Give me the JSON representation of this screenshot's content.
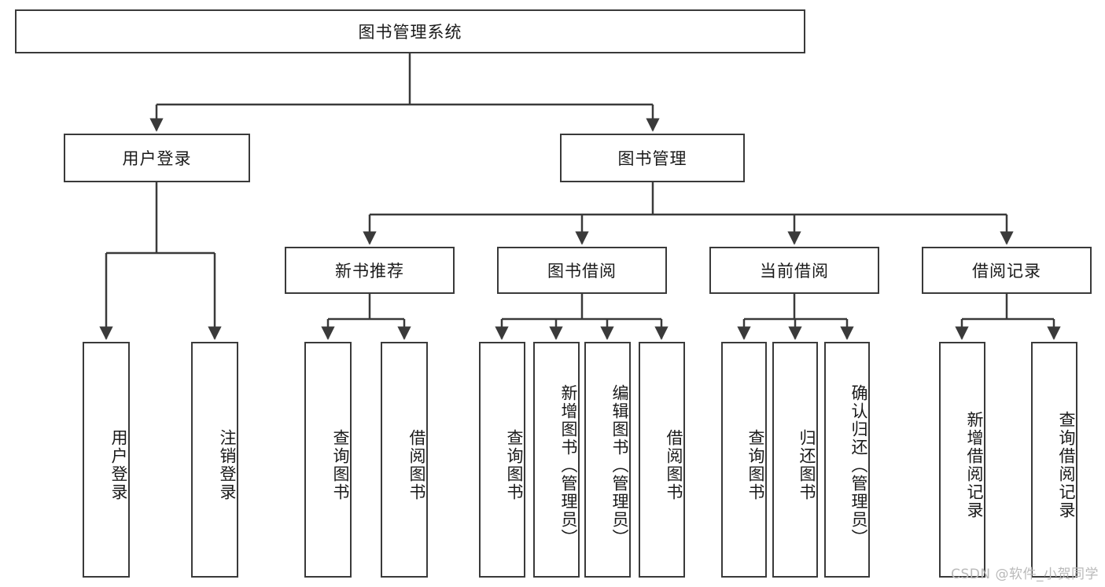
{
  "diagram": {
    "type": "tree-hierarchy",
    "title": "图书管理系统",
    "root": {
      "label": "图书管理系统"
    },
    "level2": [
      {
        "id": "user-login",
        "label": "用户登录"
      },
      {
        "id": "book-manage",
        "label": "图书管理"
      }
    ],
    "level3": [
      {
        "id": "new-book-recommend",
        "label": "新书推荐",
        "parent": "book-manage"
      },
      {
        "id": "book-borrow",
        "label": "图书借阅",
        "parent": "book-manage"
      },
      {
        "id": "current-borrow",
        "label": "当前借阅",
        "parent": "book-manage"
      },
      {
        "id": "borrow-record",
        "label": "借阅记录",
        "parent": "book-manage"
      }
    ],
    "leaves": {
      "user_login": [
        {
          "id": "leaf-user-login",
          "label": "用户登录"
        },
        {
          "id": "leaf-logout-login",
          "label": "注销登录"
        }
      ],
      "new_book_recommend": [
        {
          "id": "leaf-query-book-1",
          "label": "查询图书"
        },
        {
          "id": "leaf-borrow-book-1",
          "label": "借阅图书"
        }
      ],
      "book_borrow": [
        {
          "id": "leaf-query-book-2",
          "label": "查询图书"
        },
        {
          "id": "leaf-add-book",
          "label": "新增图书（管理员）"
        },
        {
          "id": "leaf-edit-book",
          "label": "编辑图书（管理员）"
        },
        {
          "id": "leaf-borrow-book-2",
          "label": "借阅图书"
        }
      ],
      "current_borrow": [
        {
          "id": "leaf-query-book-3",
          "label": "查询图书"
        },
        {
          "id": "leaf-return-book",
          "label": "归还图书"
        },
        {
          "id": "leaf-confirm-return",
          "label": "确认归还（管理员）"
        }
      ],
      "borrow_record": [
        {
          "id": "leaf-add-record",
          "label": "新增借阅记录"
        },
        {
          "id": "leaf-query-record",
          "label": "查询借阅记录"
        }
      ]
    },
    "watermark": "CSDN @软件_小贺同学",
    "colors": {
      "box_border": "#3a3a3a",
      "box_fill": "#ffffff",
      "connector": "#3a3a3a",
      "text": "#1a1a1a",
      "watermark": "#b9b9b9",
      "background": "#ffffff"
    }
  }
}
